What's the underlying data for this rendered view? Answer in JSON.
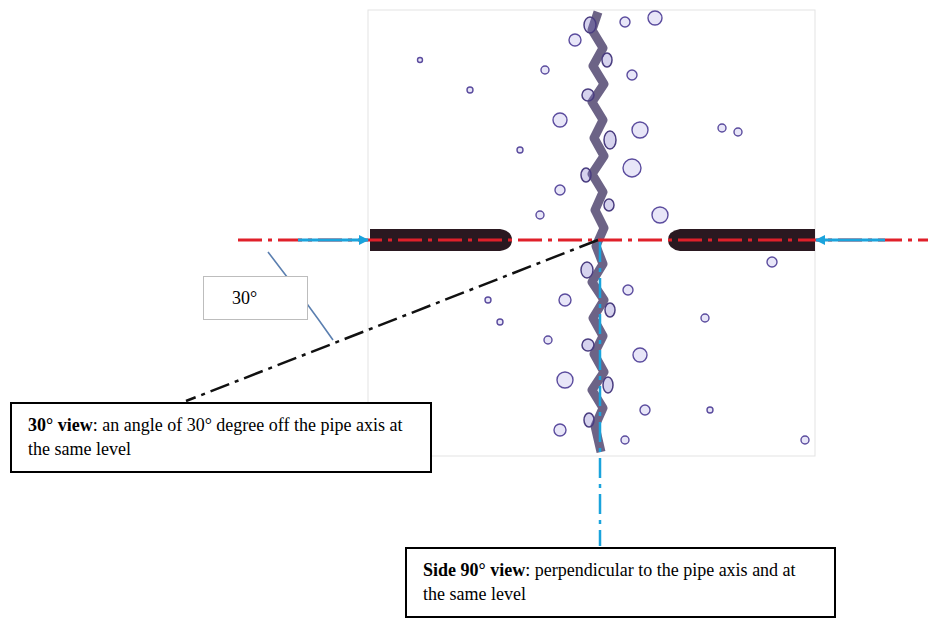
{
  "diagram": {
    "nodes": [
      {
        "text": [
          "30°"
        ]
      },
      {
        "text": [
          "30° view",
          ": an angle of 30° degree off the pipe axis at the same level"
        ]
      },
      {
        "text": [
          "Side 90° view",
          ": perpendicular to the pipe axis and at the same level"
        ]
      }
    ]
  }
}
